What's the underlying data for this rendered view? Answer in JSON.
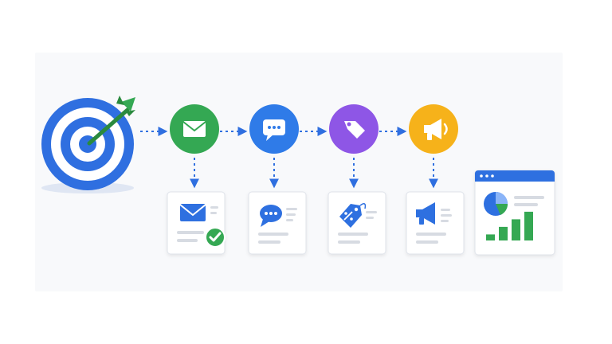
{
  "colors": {
    "blue": "#2f6fe0",
    "blue_light": "#4a8df5",
    "green": "#34a853",
    "purple": "#8e56e6",
    "amber": "#f6b21a",
    "arrow": "#2f6fe0",
    "card_border": "#dfe3ea",
    "placeholder_line": "#d7dbe2"
  },
  "flow": {
    "start": {
      "icon": "target-with-arrow-icon"
    },
    "steps": [
      {
        "key": "email",
        "icon": "envelope-icon",
        "color": "#34a853",
        "card_icon": "envelope-icon",
        "card_badge": "check-circle-icon"
      },
      {
        "key": "chat",
        "icon": "chat-bubble-icon",
        "color": "#2f7be8",
        "card_icon": "chat-bubble-icon"
      },
      {
        "key": "offer",
        "icon": "price-tag-icon",
        "color": "#8e56e6",
        "card_icon": "percent-tag-icon"
      },
      {
        "key": "promote",
        "icon": "megaphone-icon",
        "color": "#f6b21a",
        "card_icon": "megaphone-icon"
      }
    ],
    "dashboard": {
      "icon": "analytics-dashboard-icon",
      "bars": [
        0.2,
        0.45,
        0.7,
        0.95
      ]
    }
  }
}
